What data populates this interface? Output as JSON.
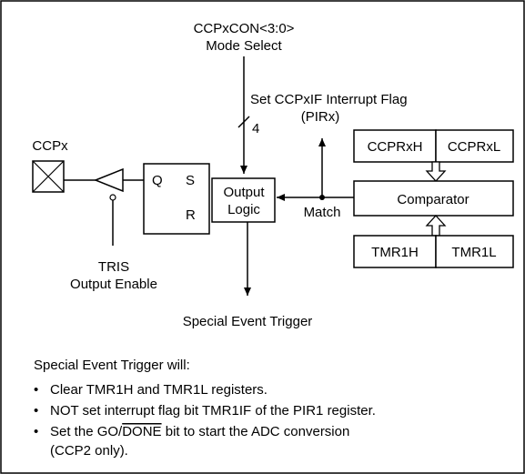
{
  "mode_select": {
    "line1": "CCPxCON<3:0>",
    "line2": "Mode Select"
  },
  "bus_width": "4",
  "interrupt": {
    "line1": "Set CCPxIF Interrupt Flag",
    "line2": "(PIRx)"
  },
  "pin_label": "CCPx",
  "tris": {
    "line1": "TRIS",
    "line2": "Output Enable"
  },
  "flipflop": {
    "q": "Q",
    "s": "S",
    "r": "R"
  },
  "output_logic": {
    "line1": "Output",
    "line2": "Logic"
  },
  "match_label": "Match",
  "comparator_label": "Comparator",
  "compare_regs": {
    "high": "CCPRxH",
    "low": "CCPRxL"
  },
  "timer_regs": {
    "high": "TMR1H",
    "low": "TMR1L"
  },
  "special_trigger": "Special Event Trigger",
  "notes": {
    "heading": "Special Event Trigger will:",
    "bullet_char": "•",
    "items": [
      "Clear TMR1H and TMR1L registers.",
      "NOT set interrupt flag bit TMR1IF of the PIR1 register."
    ],
    "item3_prefix": "Set the GO/",
    "item3_overline": "DONE",
    "item3_suffix": " bit to start the ADC conversion",
    "item3_line2": "(CCP2 only)."
  }
}
